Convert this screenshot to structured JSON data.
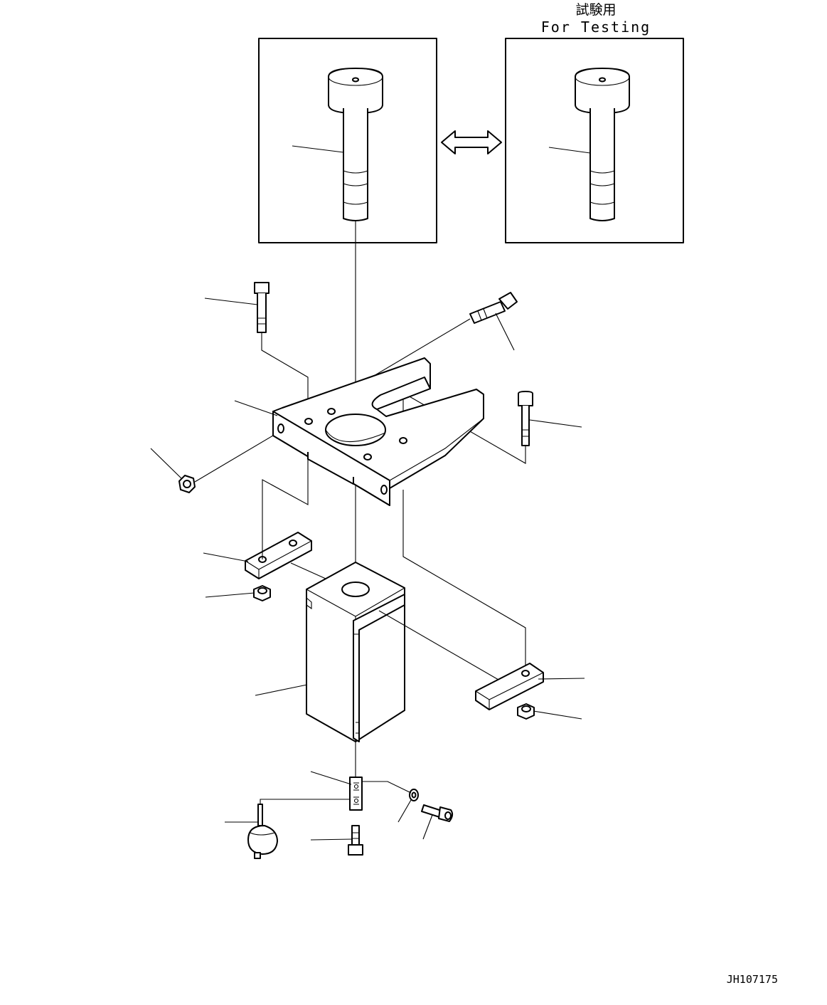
{
  "header": {
    "title_jp": "試験用",
    "title_en": "For Testing"
  },
  "drawing_code": "JH107175",
  "interchange_arrow": "double-arrow-icon",
  "parts": [
    {
      "name": "pin-standard"
    },
    {
      "name": "pin-testing"
    },
    {
      "name": "bracket-fork"
    },
    {
      "name": "bolt-left-vertical"
    },
    {
      "name": "bolt-upper-angled"
    },
    {
      "name": "bolt-right-vertical"
    },
    {
      "name": "nut-left"
    },
    {
      "name": "plate-left"
    },
    {
      "name": "nut-plate-left"
    },
    {
      "name": "block-body"
    },
    {
      "name": "plate-right"
    },
    {
      "name": "nut-plate-right"
    },
    {
      "name": "terminal-strip"
    },
    {
      "name": "washer-small"
    },
    {
      "name": "screw-socket-head"
    },
    {
      "name": "knob-sensor"
    },
    {
      "name": "screw-bottom"
    }
  ]
}
